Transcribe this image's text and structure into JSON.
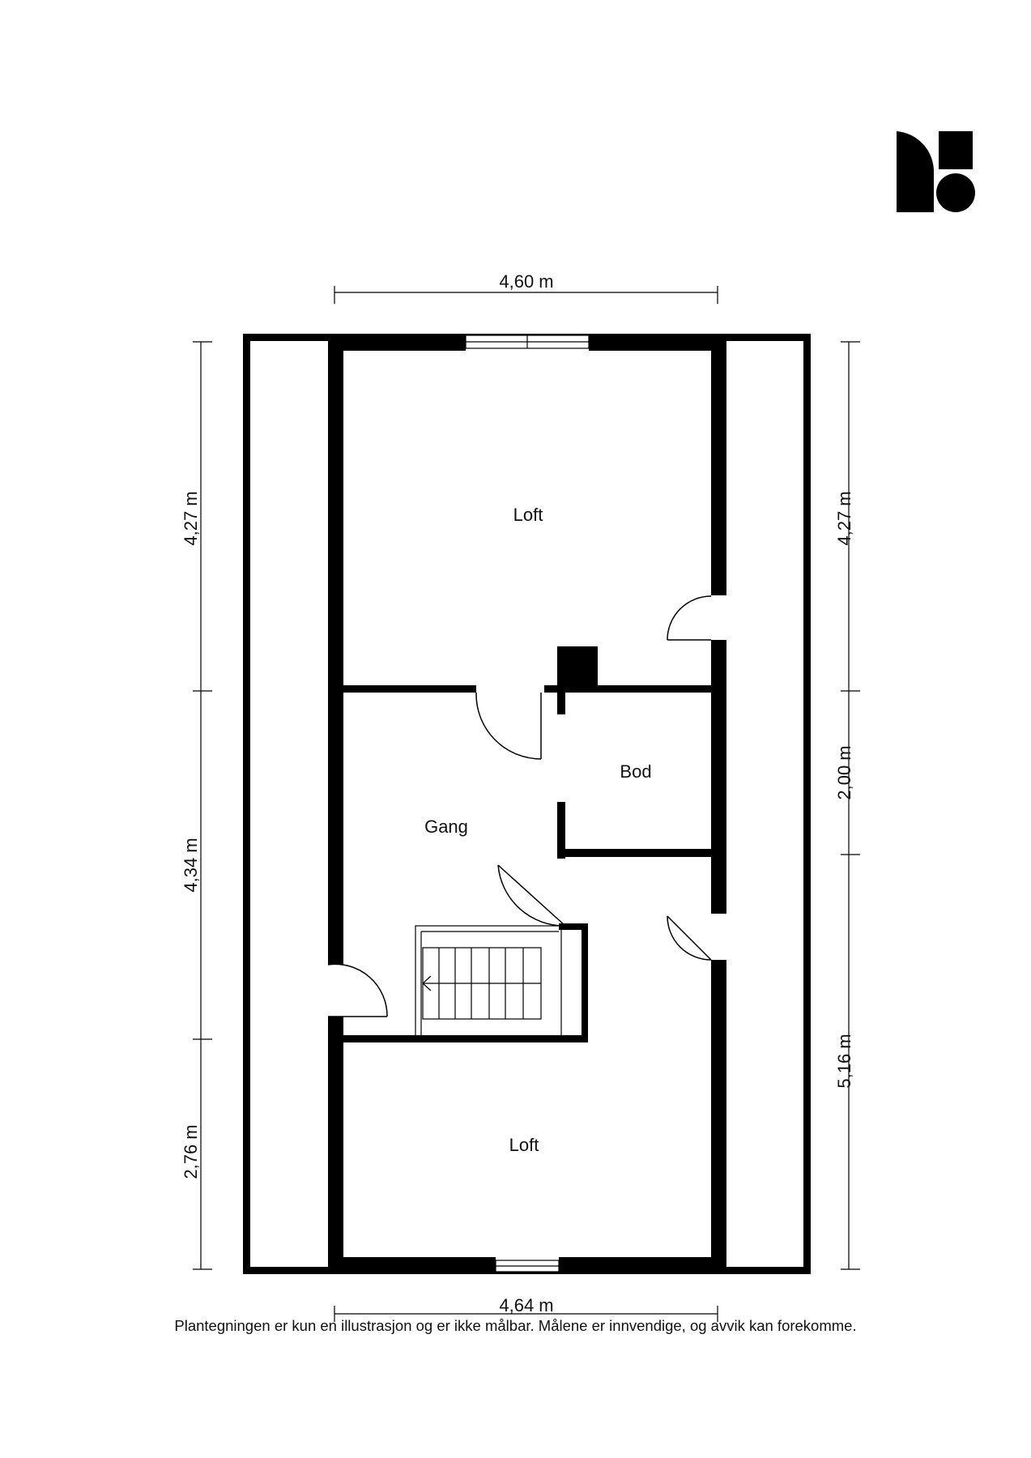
{
  "colors": {
    "wall": "#000000",
    "line": "#000000",
    "background": "#ffffff"
  },
  "logo": {
    "icon": "brand-logo-icon"
  },
  "dimensions": {
    "top_width": "4,60 m",
    "bottom_width": "4,64 m",
    "left_upper": "4,27 m",
    "left_middle": "4,34 m",
    "left_lower": "2,76 m",
    "right_upper": "4,27 m",
    "right_middle": "2,00 m",
    "right_lower": "5,16 m"
  },
  "rooms": {
    "loft_upper": "Loft",
    "gang": "Gang",
    "bod": "Bod",
    "loft_lower": "Loft"
  },
  "disclaimer": "Plantegningen er kun en illustrasjon og er ikke målbar. Målene er innvendige, og avvik kan forekomme."
}
